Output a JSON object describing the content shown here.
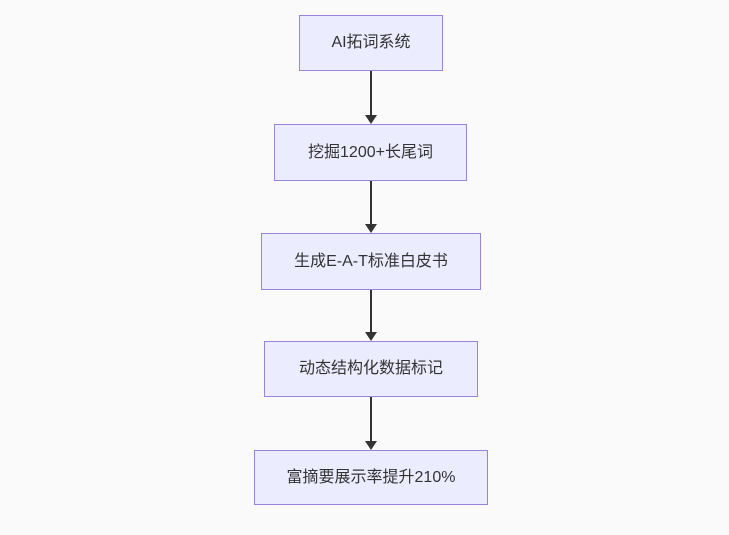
{
  "diagram": {
    "type": "flowchart",
    "direction": "top-down",
    "nodes": [
      {
        "id": "n1",
        "label": "AI拓词系统"
      },
      {
        "id": "n2",
        "label": "挖掘1200+长尾词"
      },
      {
        "id": "n3",
        "label": "生成E-A-T标准白皮书"
      },
      {
        "id": "n4",
        "label": "动态结构化数据标记"
      },
      {
        "id": "n5",
        "label": "富摘要展示率提升210%"
      }
    ],
    "edges": [
      {
        "from": "n1",
        "to": "n2"
      },
      {
        "from": "n2",
        "to": "n3"
      },
      {
        "from": "n3",
        "to": "n4"
      },
      {
        "from": "n4",
        "to": "n5"
      }
    ],
    "colors": {
      "node_fill": "#ECECFF",
      "node_border": "#9370DB",
      "arrow": "#333333",
      "text": "#333333",
      "background": "#fafafa"
    }
  }
}
